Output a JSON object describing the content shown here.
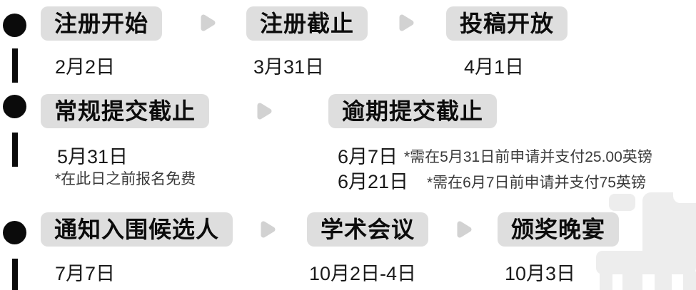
{
  "colors": {
    "badge_bg": "#dedede",
    "badge_text": "#0c0c0c",
    "date_text": "#1a1a1a",
    "note_text": "#3a3a3a",
    "arrow": "#d2d2d2",
    "marker": "#0b0b0b",
    "watermark": "#ededed"
  },
  "icons": {
    "marker_dot": "filled-circle",
    "marker_bar": "vertical-bar",
    "arrow": "right-pointing-rounded-triangle",
    "watermark": "cropped-light-gray-building-corner"
  },
  "rows": [
    {
      "steps": [
        {
          "label": "注册开始",
          "date": "2月2日"
        },
        {
          "label": "注册截止",
          "date": "3月31日"
        },
        {
          "label": "投稿开放",
          "date": "4月1日"
        }
      ]
    },
    {
      "steps": [
        {
          "label": "常规提交截止",
          "date": "5月31日",
          "note": "*在此日之前报名免费"
        },
        {
          "label": "逾期提交截止",
          "lines": [
            {
              "date": "6月7日",
              "note": "*需在5月31日前申请并支付25.00英镑"
            },
            {
              "date": "6月21日",
              "note": "*需在6月7日前申请并支付75英镑"
            }
          ]
        }
      ]
    },
    {
      "steps": [
        {
          "label": "通知入围候选人",
          "date": "7月7日"
        },
        {
          "label": "学术会议",
          "date": "10月2日-4日"
        },
        {
          "label": "颁奖晚宴",
          "date": "10月3日"
        }
      ]
    }
  ]
}
